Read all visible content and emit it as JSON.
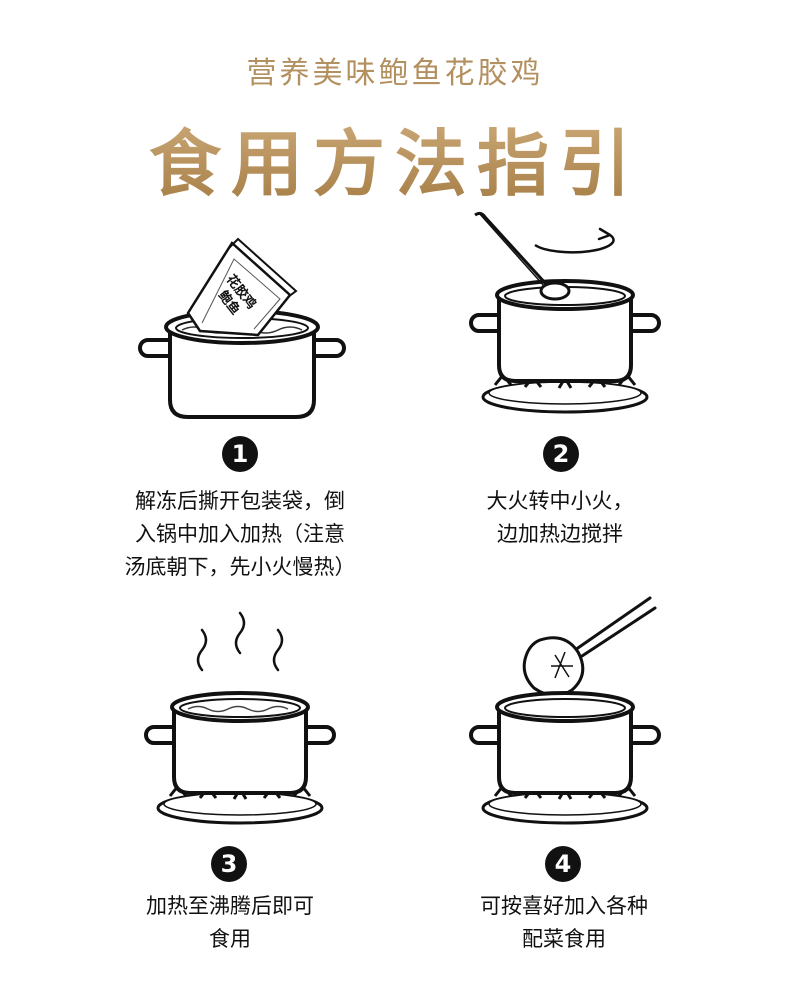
{
  "header": {
    "subtitle": "营养美味鲍鱼花胶鸡",
    "title": "食用方法指引"
  },
  "steps": [
    {
      "number": "1",
      "lines": [
        "解冻后撕开包装袋，倒",
        "入锅中加入加热（注意",
        "汤底朝下，先小火慢热）"
      ],
      "package_text_top": "鲍鱼",
      "package_text_bottom": "花胶鸡"
    },
    {
      "number": "2",
      "lines": [
        "大火转中小火，",
        "边加热边搅拌"
      ]
    },
    {
      "number": "3",
      "lines": [
        "加热至沸腾后即可",
        "食用"
      ]
    },
    {
      "number": "4",
      "lines": [
        "可按喜好加入各种",
        "配菜食用"
      ]
    }
  ],
  "icons": {
    "pot": "pot-icon",
    "stove": "stove-icon",
    "ladle": "ladle-icon",
    "rotation": "rotation-arrow-icon",
    "steam": "steam-icon",
    "chopsticks": "chopsticks-icon",
    "package": "package-icon"
  },
  "colors": {
    "accent": "#b8935c",
    "badge": "#111111"
  }
}
